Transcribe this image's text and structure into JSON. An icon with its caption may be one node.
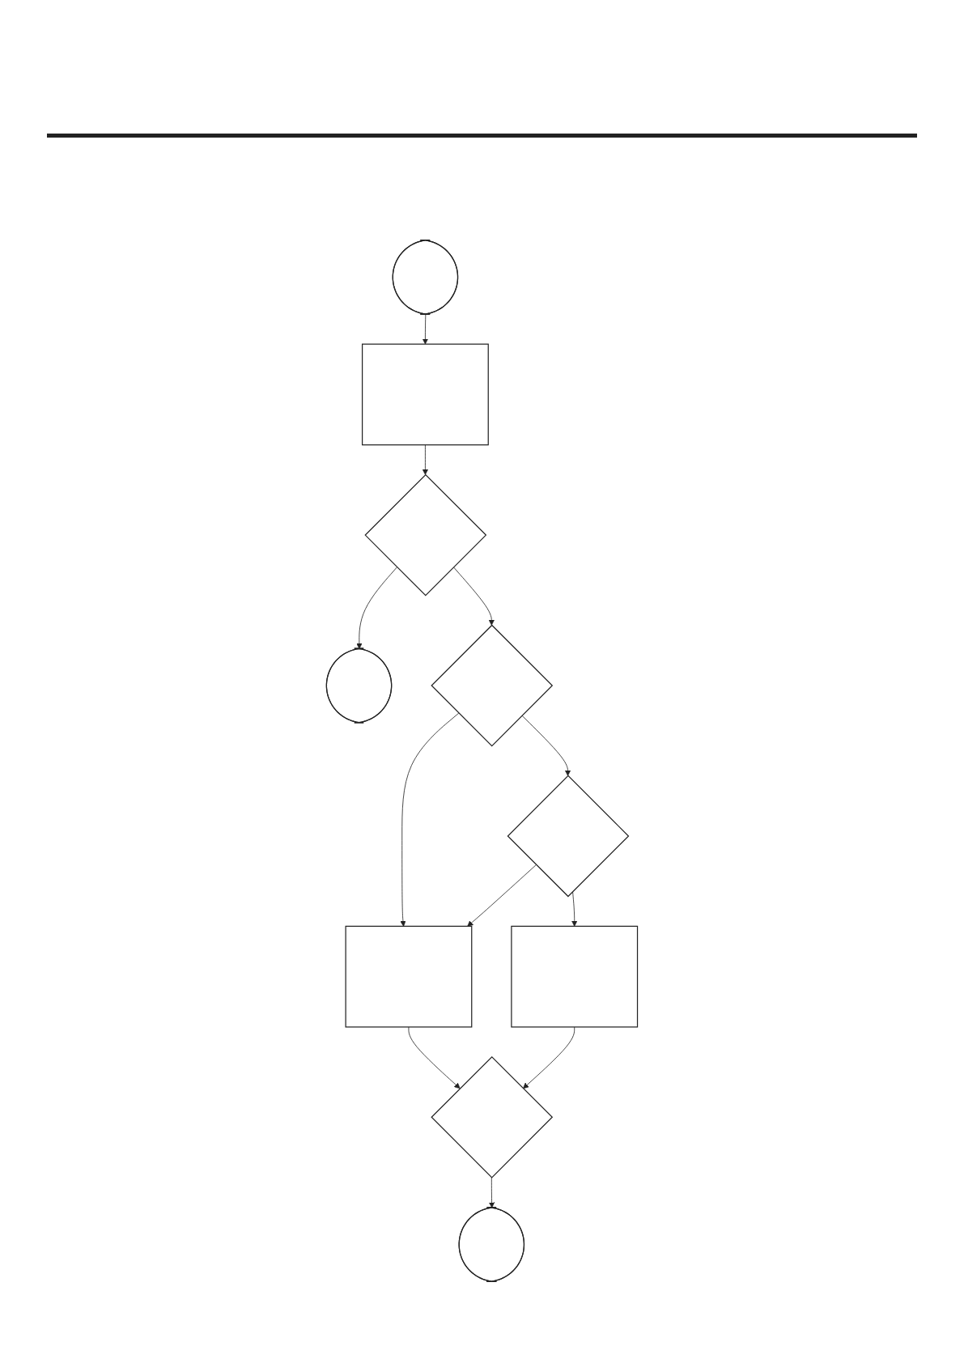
{
  "diagram": {
    "nodes": [
      {
        "text": [],
        "shape": "stadium"
      },
      {
        "text": [],
        "shape": "box"
      },
      {
        "text": [],
        "shape": "diamond"
      },
      {
        "text": [],
        "shape": "stadium"
      },
      {
        "text": [],
        "shape": "diamond"
      },
      {
        "text": [],
        "shape": "box"
      },
      {
        "text": [],
        "shape": "diamond"
      },
      {
        "text": [],
        "shape": "box"
      },
      {
        "text": [],
        "shape": "diamond"
      },
      {
        "text": [],
        "shape": "stadium"
      }
    ],
    "edges": [
      {
        "from": 0,
        "to": 1,
        "arrow": "to"
      },
      {
        "from": 1,
        "to": 2,
        "arrow": "to"
      },
      {
        "from": 2,
        "to": 3,
        "arrow": "to"
      },
      {
        "from": 2,
        "to": 4,
        "arrow": "to"
      },
      {
        "from": 4,
        "to": 5,
        "arrow": "to"
      },
      {
        "from": 4,
        "to": 6,
        "arrow": "to"
      },
      {
        "from": 6,
        "to": 5,
        "arrow": "to"
      },
      {
        "from": 6,
        "to": 7,
        "arrow": "to"
      },
      {
        "from": 7,
        "to": 8,
        "arrow": "to"
      },
      {
        "from": 5,
        "to": 8,
        "arrow": "to"
      },
      {
        "from": 8,
        "to": 9,
        "arrow": "to"
      }
    ]
  }
}
